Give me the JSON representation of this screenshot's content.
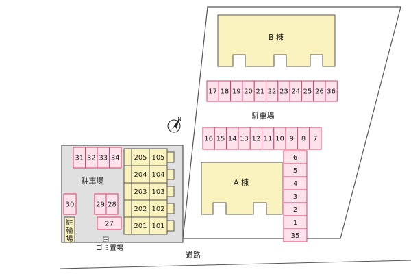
{
  "colors": {
    "site_fill": "#ffffff",
    "site_stroke": "#555555",
    "lot_fill": "#e0e0e0",
    "building_fill": "#fbf3bf",
    "building_stroke": "#555555",
    "space_fill": "#fde2ec",
    "space_stroke": "#d9406a",
    "road_line": "#555555"
  },
  "buildings": {
    "b_label": "B 棟",
    "a_label": "A 棟"
  },
  "parking": {
    "main_label": "駐車場",
    "left_label": "駐車場",
    "top_row": [
      "17",
      "18",
      "19",
      "20",
      "21",
      "22",
      "23",
      "24",
      "25",
      "26",
      "36"
    ],
    "middle_row": [
      "16",
      "15",
      "14",
      "13",
      "12",
      "11",
      "10",
      "9",
      "8",
      "7"
    ],
    "right_column": [
      "6",
      "5",
      "4",
      "3",
      "2",
      "1",
      "35"
    ],
    "left_top_row": [
      "31",
      "32",
      "33",
      "34"
    ],
    "left_single": "30",
    "left_pair": [
      "29",
      "28"
    ],
    "left_bottom": "27"
  },
  "units": {
    "upper_floor": [
      "205",
      "204",
      "203",
      "202",
      "201"
    ],
    "lower_floor": [
      "105",
      "104",
      "103",
      "102",
      "101"
    ]
  },
  "bicycle_parking": [
    "駐",
    "輪",
    "場"
  ],
  "garbage_label": "ゴミ置場",
  "road_label": "道路",
  "compass_label": "N"
}
